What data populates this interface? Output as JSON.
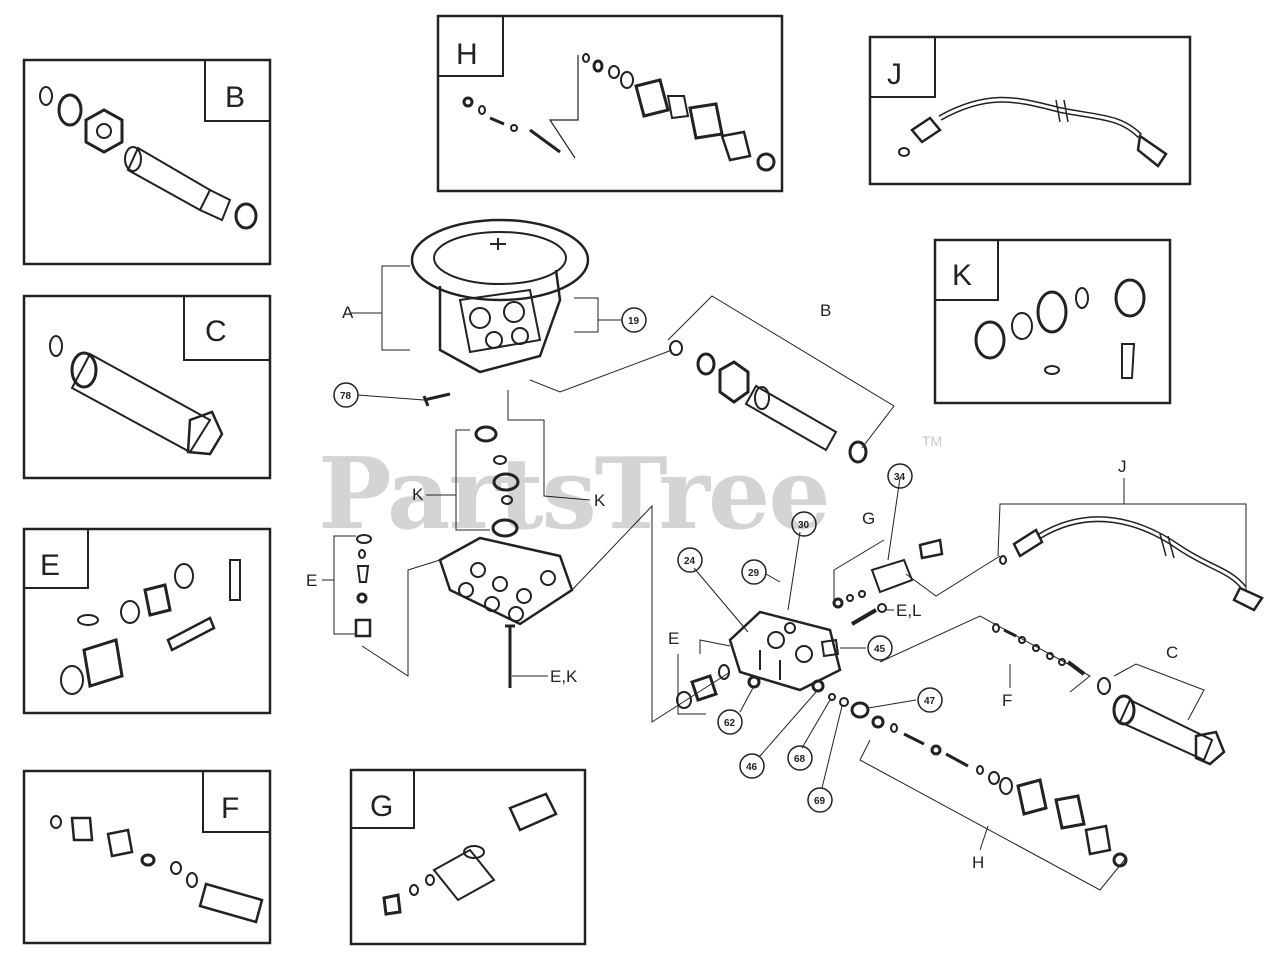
{
  "watermark": {
    "brand": "PartsTree",
    "trademark": "TM"
  },
  "boxes": {
    "b": "B",
    "c": "C",
    "e": "E",
    "f": "F",
    "g": "G",
    "h": "H",
    "j": "J",
    "k": "K"
  },
  "callouts": {
    "a": "A",
    "b": "B",
    "c": "C",
    "e1": "E",
    "e2": "E",
    "ek": "E,K",
    "el": "E,L",
    "f": "F",
    "g": "G",
    "h": "H",
    "j": "J",
    "k1": "K",
    "k2": "K"
  },
  "part_numbers": {
    "p19": "19",
    "p24": "24",
    "p29": "29",
    "p30": "30",
    "p34": "34",
    "p45": "45",
    "p46": "46",
    "p47": "47",
    "p62": "62",
    "p68": "68",
    "p69": "69",
    "p78": "78"
  }
}
